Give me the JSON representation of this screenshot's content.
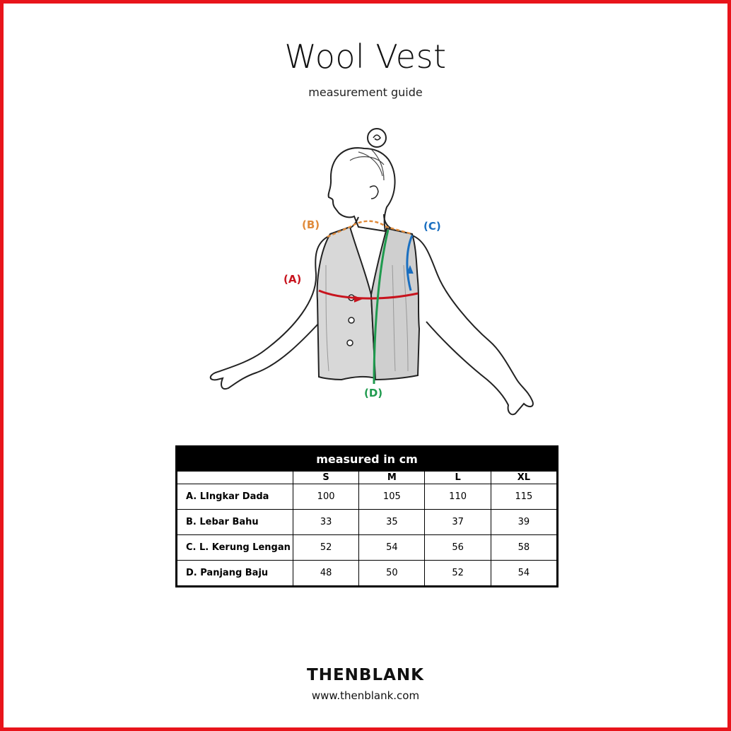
{
  "page": {
    "title": "Wool Vest",
    "subtitle": "measurement guide"
  },
  "figure": {
    "labels": {
      "a": "(A)",
      "b": "(B)",
      "c": "(C)",
      "d": "(D)"
    },
    "colors": {
      "a": "#c8141e",
      "b": "#e08a3a",
      "c": "#1a6fc0",
      "d": "#1f9a4e",
      "frame": "#e8141b"
    },
    "icons": [
      "woman-with-vest-illustration"
    ]
  },
  "table": {
    "header": "measured in cm",
    "columns": [
      "S",
      "M",
      "L",
      "XL"
    ],
    "rows": [
      {
        "label": "A. LIngkar Dada",
        "values": [
          "100",
          "105",
          "110",
          "115"
        ]
      },
      {
        "label": "B. Lebar Bahu",
        "values": [
          "33",
          "35",
          "37",
          "39"
        ]
      },
      {
        "label": "C. L. Kerung Lengan",
        "values": [
          "52",
          "54",
          "56",
          "58"
        ]
      },
      {
        "label": "D. Panjang Baju",
        "values": [
          "48",
          "50",
          "52",
          "54"
        ]
      }
    ]
  },
  "footer": {
    "brand": "THENBLANK",
    "url": "www.thenblank.com"
  }
}
